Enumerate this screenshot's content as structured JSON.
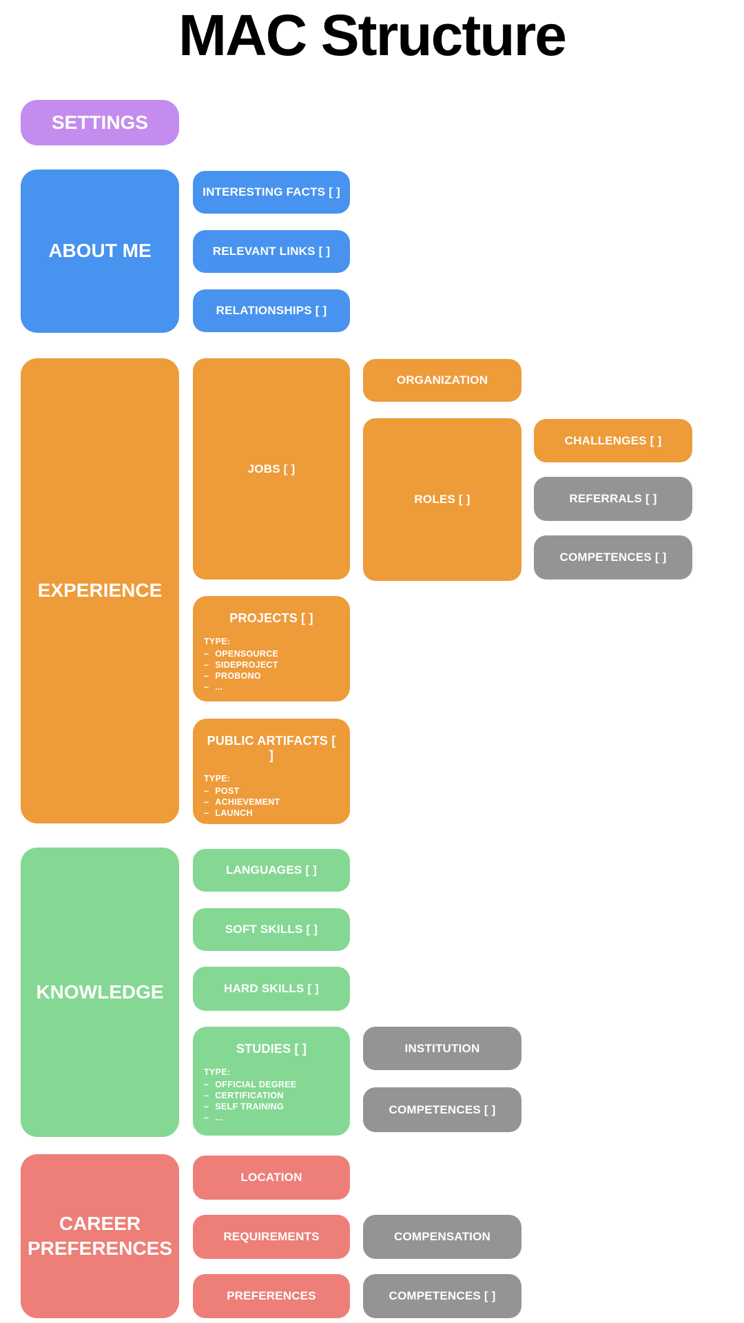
{
  "title": "MAC Structure",
  "bullet": "–",
  "type_heading": "TYPE:",
  "colors": {
    "purple": "#c38cee",
    "blue": "#4793ef",
    "orange": "#ee9b3a",
    "green": "#85d893",
    "salmon": "#ed7f78",
    "gray": "#949494",
    "label_text": "#ffffff",
    "title_text": "#000000"
  },
  "sections": {
    "settings": {
      "label": "SETTINGS"
    },
    "about": {
      "label": "ABOUT ME",
      "interesting_facts": "INTERESTING FACTS [ ]",
      "relevant_links": "RELEVANT LINKS [ ]",
      "relationships": "RELATIONSHIPS [ ]"
    },
    "experience": {
      "label": "EXPERIENCE",
      "jobs": "JOBS [ ]",
      "organization": "ORGANIZATION",
      "roles": "ROLES [ ]",
      "challenges": "CHALLENGES [ ]",
      "referrals": "REFERRALS [ ]",
      "competences": "COMPETENCES [ ]",
      "projects": {
        "label": "PROJECTS [ ]",
        "types": [
          "OPENSOURCE",
          "SIDEPROJECT",
          "PROBONO",
          "..."
        ]
      },
      "public_artifacts": {
        "label": "PUBLIC ARTIFACTS [ ]",
        "types": [
          "POST",
          "ACHIEVEMENT",
          "LAUNCH",
          "..."
        ]
      }
    },
    "knowledge": {
      "label": "KNOWLEDGE",
      "languages": "LANGUAGES [ ]",
      "soft_skills": "SOFT SKILLS [ ]",
      "hard_skills": "HARD SKILLS [ ]",
      "studies": {
        "label": "STUDIES [ ]",
        "types": [
          "OFFICIAL DEGREE",
          "CERTIFICATION",
          "SELF TRAINING",
          "..."
        ]
      },
      "institution": "INSTITUTION",
      "competences": "COMPETENCES [ ]"
    },
    "career": {
      "label": "CAREER PREFERENCES",
      "location": "LOCATION",
      "requirements": "REQUIREMENTS",
      "compensation": "COMPENSATION",
      "preferences": "PREFERENCES",
      "competences": "COMPETENCES [ ]"
    }
  }
}
